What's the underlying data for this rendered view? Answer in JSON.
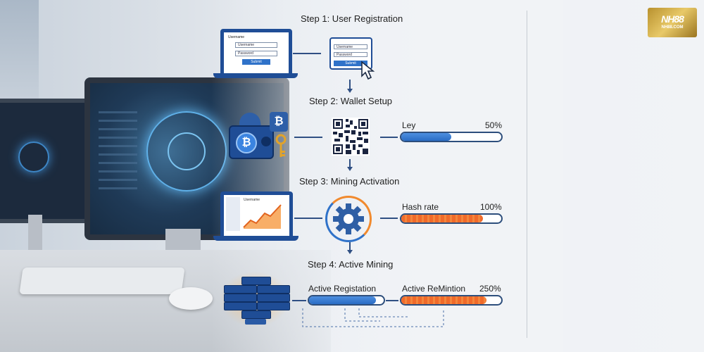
{
  "steps": {
    "step1": "Step 1: User Registration",
    "step2": "Step 2: Wallet Setup",
    "step3": "Step 3: Mining Activation",
    "step4": "Step 4: Active Mining"
  },
  "registration_form": {
    "heading": "Username",
    "username_field": "Username",
    "password_field": "Password",
    "submit": "Submit"
  },
  "registration_form_zoom": {
    "username_field": "Username",
    "password_field": "Password",
    "submit": "Submit"
  },
  "progress": {
    "key": {
      "label": "Ley",
      "value_text": "50%",
      "fraction": 0.5
    },
    "hash_rate": {
      "label": "Hash rate",
      "value_text": "100%",
      "fraction": 0.82
    },
    "active_registration": {
      "label": "Active Registation",
      "fraction": 0.9
    },
    "active_remintion": {
      "label": "Active ReMintion",
      "value_text": "250%",
      "fraction": 0.85
    }
  },
  "wallet": {
    "coin_symbol": "₿"
  },
  "dashboard": {
    "panel_label": "Username"
  },
  "logo": {
    "line1": "NH88",
    "line2": "NH88.COM"
  },
  "colors": {
    "primary_blue": "#1f4d96",
    "progress_blue": "#2a6cc4",
    "progress_orange": "#f06a2a"
  }
}
